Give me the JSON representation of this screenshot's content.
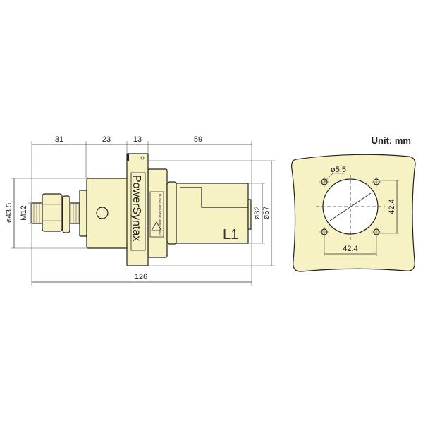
{
  "colors": {
    "body": "#f6f2c4",
    "line": "#222222"
  },
  "side_view": {
    "dims": {
      "d1": "31",
      "d2": "23",
      "d3": "13",
      "d4": "59",
      "total": "126",
      "dia_body": "ø43.5",
      "thread": "M12",
      "dia_plug": "ø32",
      "dia_flange": "ø57"
    },
    "brand": "PowerSyntax",
    "label": "L1",
    "warning": "DO NOT UNCOUPLE UNDER LOAD"
  },
  "panel_cutout": {
    "unit": "Unit: mm",
    "hole_dia": "ø5.5",
    "spacing_h": "42.4",
    "spacing_v": "42.4"
  }
}
